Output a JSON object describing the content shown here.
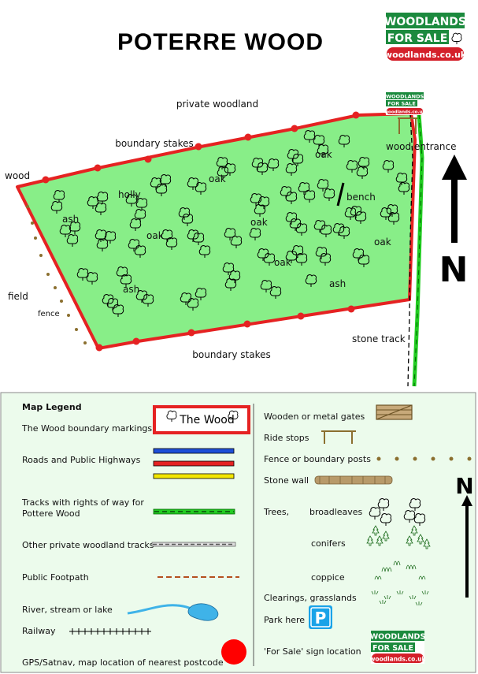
{
  "title": "POTERRE WOOD",
  "logo": {
    "line1": "WOODLANDS",
    "line2": "FOR SALE",
    "url": "woodlands.co.uk",
    "green": "#1c8a3e",
    "red": "#d4202a"
  },
  "map_labels": {
    "private_woodland": "private woodland",
    "boundary_stakes_top": "boundary stakes",
    "boundary_stakes_bottom": "boundary stakes",
    "wood": "wood",
    "field": "field",
    "fence": "fence",
    "wood_entrance": "wood entrance",
    "stone_track": "stone track",
    "bench": "bench",
    "north": "N"
  },
  "tree_labels": [
    {
      "text": "holly",
      "id": "holly"
    },
    {
      "text": "oak",
      "id": "oak-1"
    },
    {
      "text": "oak",
      "id": "oak-2"
    },
    {
      "text": "ash",
      "id": "ash-1"
    },
    {
      "text": "oak",
      "id": "oak-3"
    },
    {
      "text": "oak",
      "id": "oak-4"
    },
    {
      "text": "oak",
      "id": "oak-5"
    },
    {
      "text": "oak",
      "id": "oak-6"
    },
    {
      "text": "ash",
      "id": "ash-2"
    },
    {
      "text": "ash",
      "id": "ash-3"
    }
  ],
  "legend": {
    "heading": "Map Legend",
    "boundary": "The Wood boundary markings",
    "boundary_box": "The Wood",
    "roads": "Roads and Public Highways",
    "tracks_line1": "Tracks with rights of way for",
    "tracks_line2": "Pottere Wood",
    "private_tracks": "Other private woodland tracks",
    "footpath": "Public Footpath",
    "river": "River, stream or lake",
    "railway": "Railway",
    "gps": "GPS/Satnav, map location of nearest postcode",
    "gates": "Wooden or metal gates",
    "ride_stops": "Ride stops",
    "fence_posts": "Fence or boundary posts",
    "stone_wall": "Stone wall",
    "trees": "Trees,",
    "broadleaves": "broadleaves",
    "conifers": "conifers",
    "coppice": "coppice",
    "clearings": "Clearings, grasslands",
    "park": "Park here",
    "park_symbol": "P",
    "for_sale_sign": "'For Sale'  sign location",
    "north": "N"
  },
  "colors": {
    "wood_fill": "#88ee88",
    "boundary": "#e52222",
    "track_green": "#22cc22",
    "fence": "#8b6f2f",
    "road_blue": "#1f4fd8",
    "road_yellow": "#f2e600",
    "legend_bg": "#ecfbec",
    "park_blue": "#1aa3e8",
    "river": "#3fb3e8"
  }
}
